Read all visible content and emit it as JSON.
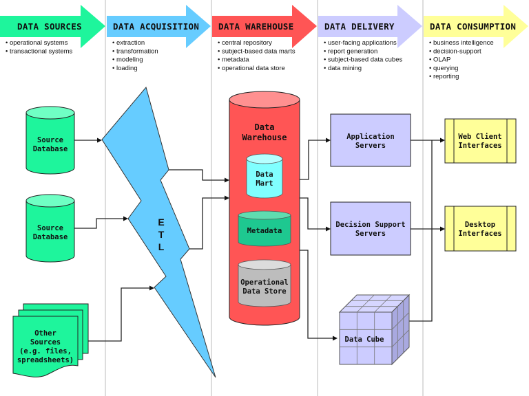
{
  "title": "Data Warehouse Architecture",
  "colors": {
    "sources": "#1ef59c",
    "acquisition": "#66ccff",
    "warehouse": "#ff5555",
    "delivery": "#ccccff",
    "consumption": "#ffff99",
    "data_mart": "#80ffff",
    "metadata": "#1ec890",
    "ods": "#bdbdbd"
  },
  "stages": [
    {
      "id": "sources",
      "label": "DATA SOURCES",
      "bullets": [
        "operational systems",
        "transactional systems"
      ]
    },
    {
      "id": "acquisition",
      "label": "DATA ACQUISITION",
      "bullets": [
        "extraction",
        "transformation",
        "modeling",
        "loading"
      ]
    },
    {
      "id": "warehouse",
      "label": "DATA WAREHOUSE",
      "bullets": [
        "central repository",
        "subject-based data marts",
        "metadata",
        "operational data store"
      ]
    },
    {
      "id": "delivery",
      "label": "DATA DELIVERY",
      "bullets": [
        "user-facing applications",
        "report generation",
        "subject-based data cubes",
        "data mining"
      ]
    },
    {
      "id": "consumption",
      "label": "DATA CONSUMPTION",
      "bullets": [
        "business intelligence",
        "decision-support",
        "OLAP",
        "querying",
        "reporting"
      ]
    }
  ],
  "nodes": {
    "source_db_1": {
      "lines": [
        "Source",
        "Database"
      ]
    },
    "source_db_2": {
      "lines": [
        "Source",
        "Database"
      ]
    },
    "other_sources": {
      "lines": [
        "Other",
        "Sources",
        "(e.g. files,",
        "spreadsheets)"
      ]
    },
    "etl": {
      "letters": [
        "E",
        "T",
        "L"
      ]
    },
    "warehouse": {
      "lines": [
        "Data",
        "Warehouse"
      ]
    },
    "data_mart": {
      "lines": [
        "Data",
        "Mart"
      ]
    },
    "metadata": {
      "lines": [
        "Metadata"
      ]
    },
    "ods": {
      "lines": [
        "Operational",
        "Data Store"
      ]
    },
    "app_servers": {
      "lines": [
        "Application",
        "Servers"
      ]
    },
    "dss_servers": {
      "lines": [
        "Decision Support",
        "Servers"
      ]
    },
    "data_cube": {
      "lines": [
        "Data Cube"
      ]
    },
    "web_client": {
      "lines": [
        "Web Client",
        "Interfaces"
      ]
    },
    "desktop": {
      "lines": [
        "Desktop",
        "Interfaces"
      ]
    }
  }
}
